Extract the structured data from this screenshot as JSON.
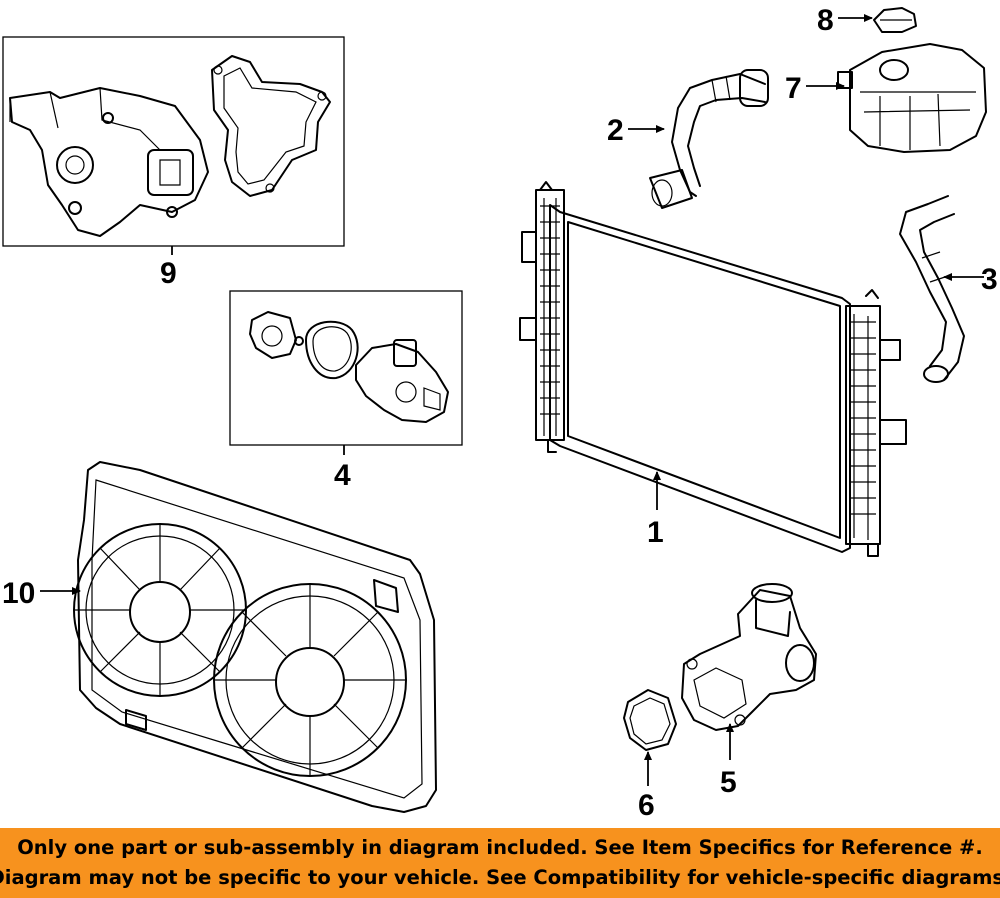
{
  "diagram": {
    "callouts": [
      {
        "number": "1"
      },
      {
        "number": "2"
      },
      {
        "number": "3"
      },
      {
        "number": "4"
      },
      {
        "number": "5"
      },
      {
        "number": "6"
      },
      {
        "number": "7"
      },
      {
        "number": "8"
      },
      {
        "number": "9"
      },
      {
        "number": "10"
      }
    ],
    "parts": [
      {
        "id": "radiator",
        "icon": "radiator-icon"
      },
      {
        "id": "upper-hose",
        "icon": "hose-icon"
      },
      {
        "id": "lower-hose",
        "icon": "hose-icon"
      },
      {
        "id": "thermostat-kit",
        "icon": "thermostat-icon"
      },
      {
        "id": "thermostat-housing",
        "icon": "housing-icon"
      },
      {
        "id": "housing-gasket",
        "icon": "gasket-icon"
      },
      {
        "id": "reservoir",
        "icon": "reservoir-tank-icon"
      },
      {
        "id": "reservoir-cap",
        "icon": "cap-icon"
      },
      {
        "id": "water-pump",
        "icon": "water-pump-icon"
      },
      {
        "id": "fan-assembly",
        "icon": "fan-icon"
      }
    ]
  },
  "banner": {
    "line1": "Only one part or sub-assembly in diagram included. See Item Specifics for Reference #.",
    "line2": "Diagram may not be specific to your vehicle. See Compatibility for vehicle-specific diagrams.",
    "background": "#f7921e"
  }
}
